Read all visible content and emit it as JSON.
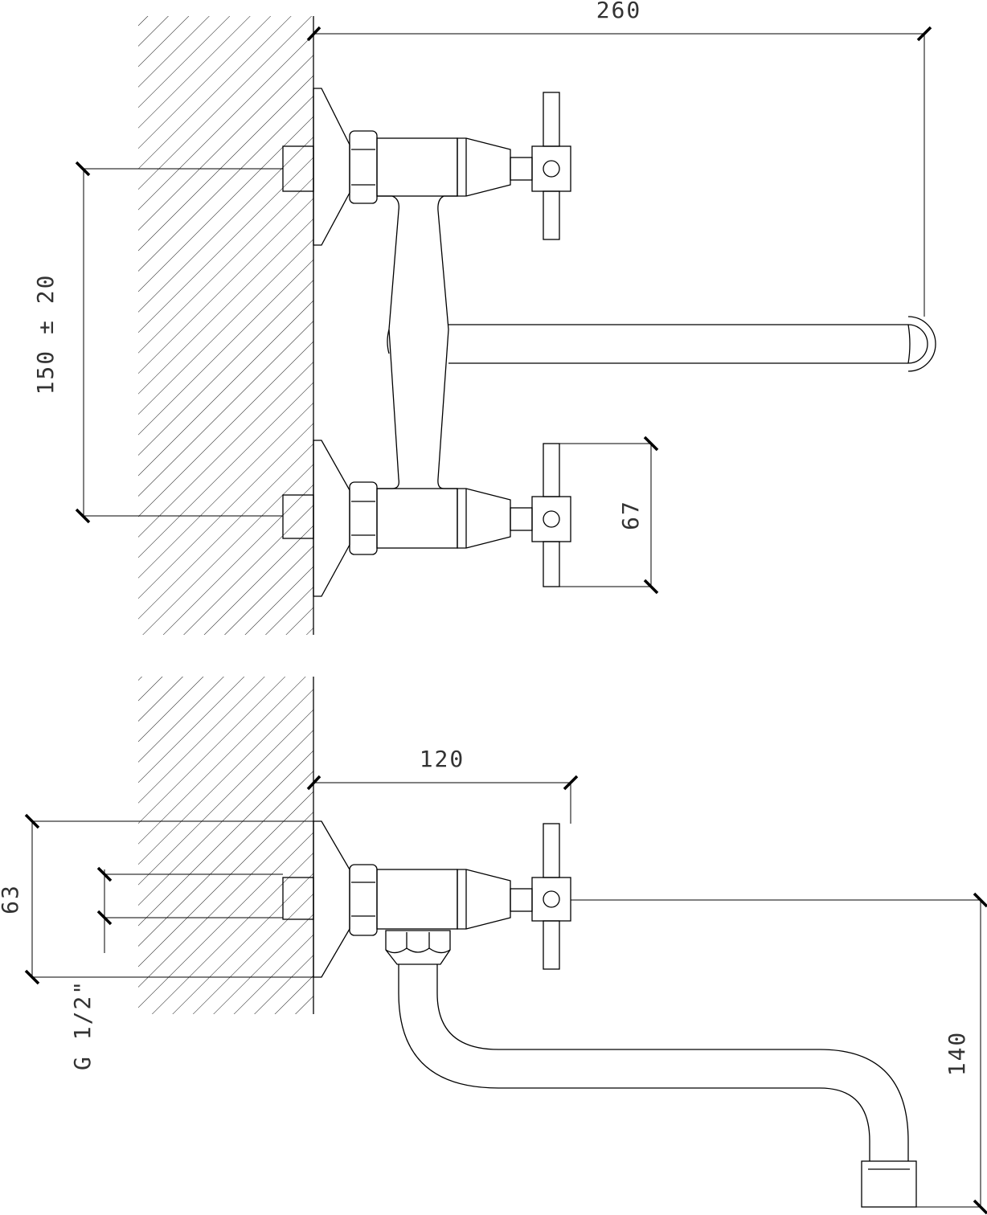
{
  "dimensions": {
    "overall_length": "260",
    "inlet_spacing": "150 ± 20",
    "handle_length": "67",
    "projection": "120",
    "wall_flange": "63",
    "thread": "G 1/2\"",
    "spout_drop": "140"
  }
}
